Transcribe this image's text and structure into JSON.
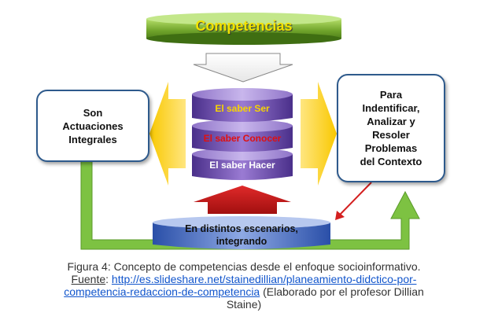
{
  "diagram": {
    "banner": "Competencias",
    "layers": [
      "El saber Ser",
      "El saber Conocer",
      "El saber Hacer"
    ],
    "left_box": [
      "Son",
      "Actuaciones",
      "Integrales"
    ],
    "right_box": [
      "Para",
      "Indentificar,",
      "Analizar y",
      "Resoler",
      "Problemas",
      "del Contexto"
    ],
    "base": [
      "En distintos escenarios,",
      "integrando"
    ],
    "colors": {
      "banner": "#6fa32a",
      "layer": "#6b4fa8",
      "box_border": "#2e5a8c",
      "side_arrows": "#f2b800",
      "up_arrow": "#c41a1a",
      "flow_arrows": "#7dc242"
    }
  },
  "caption": {
    "line1": "Figura 4: Concepto de competencias desde el enfoque socioinformativo.",
    "source_label": "Fuente",
    "url_part1": "http://es.slideshare.net/stainedillian/planeamiento-didctico-por-",
    "url_part2": "competencia-redaccion-de-competencia",
    "suffix": " (Elaborado por el profesor Dillian",
    "line_last": "Staine)"
  }
}
